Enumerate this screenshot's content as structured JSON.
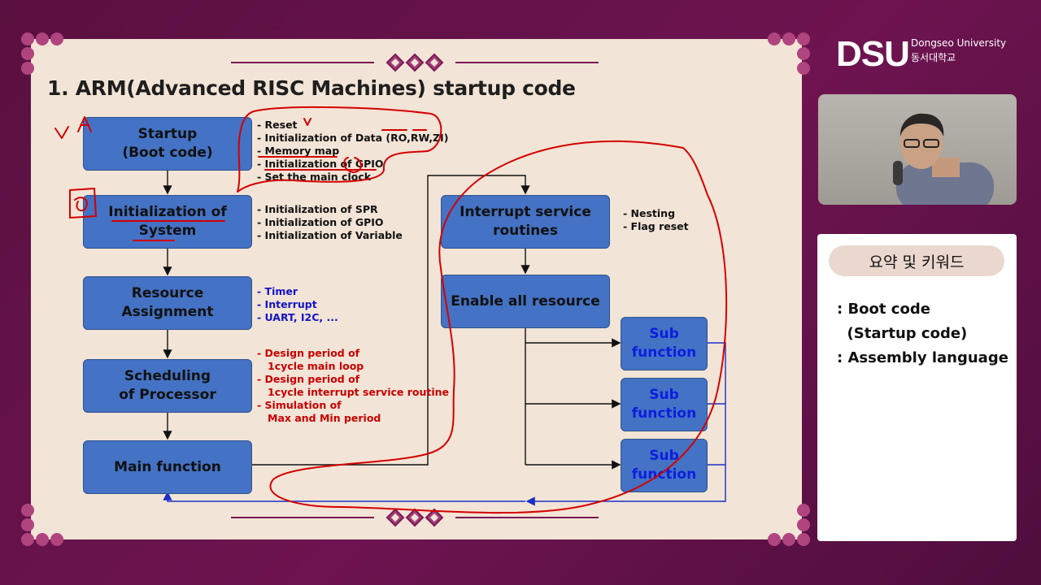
{
  "slide": {
    "title": "1. ARM(Advanced RISC Machines) startup code"
  },
  "flow_boxes": {
    "startup": [
      "Startup",
      "(Boot code)"
    ],
    "init_system": [
      "Initialization of",
      "System"
    ],
    "resource": [
      "Resource",
      "Assignment"
    ],
    "scheduling": [
      "Scheduling",
      "of Processor"
    ],
    "main": [
      "Main function"
    ],
    "isr": [
      "Interrupt service",
      "routines"
    ],
    "enable": [
      "Enable all resource"
    ],
    "sub1": [
      "Sub",
      "function"
    ],
    "sub2": [
      "Sub",
      "function"
    ],
    "sub3": [
      "Sub",
      "function"
    ]
  },
  "notes": {
    "startup": [
      "- Reset",
      "- Initialization of Data (RO,RW,ZI)",
      "- Memory map",
      "- Initialization of GPIO",
      "- Set the main clock"
    ],
    "init_system": [
      "- Initialization of SPR",
      "- Initialization of GPIO",
      "- Initialization of Variable"
    ],
    "resource": [
      "- Timer",
      "- Interrupt",
      "- UART, I2C, ..."
    ],
    "scheduling": [
      "- Design period of",
      "   1cycle main loop",
      "- Design period of",
      "   1cycle interrupt service routine",
      "- Simulation of",
      "   Max and Min period"
    ],
    "isr": [
      "- Nesting",
      "- Flag reset"
    ]
  },
  "logo": {
    "mark": "DSU",
    "name_en": "Dongseo University",
    "name_ko": "동서대학교"
  },
  "summary": {
    "heading": "요약 및 키워드",
    "keywords": [
      ": Boot code",
      "  (Startup code)",
      ": Assembly language"
    ]
  },
  "colors": {
    "background": "#6e1450",
    "slide": "#f2e4d6",
    "box_fill": "#4472c4",
    "note_blue": "#1414c8",
    "note_red": "#c80000",
    "annotation": "#d40000"
  }
}
